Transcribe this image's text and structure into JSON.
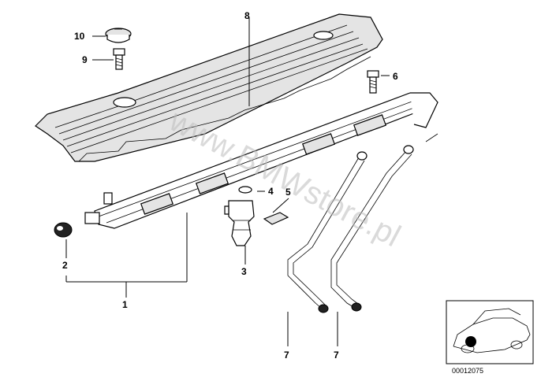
{
  "callouts": {
    "c1": "1",
    "c2": "2",
    "c3": "3",
    "c4": "4",
    "c5": "5",
    "c6": "6",
    "c7a": "7",
    "c7b": "7",
    "c8": "8",
    "c9": "9",
    "c10": "10"
  },
  "watermark": "www.BMWstore.pl",
  "reference_number": "00012075",
  "colors": {
    "line": "#000000",
    "fill": "#ffffff",
    "shade": "#e4e4e4",
    "watermark": "#bdbdbd"
  }
}
